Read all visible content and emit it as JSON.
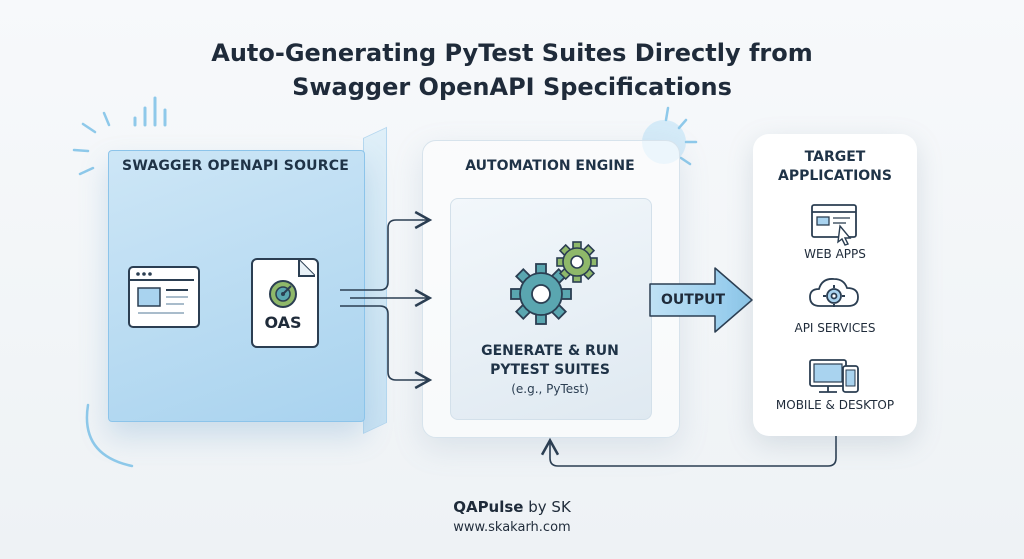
{
  "title": {
    "line1": "Auto-Generating PyTest Suites Directly from",
    "line2": "Swagger OpenAPI Specifications"
  },
  "source": {
    "title": "SWAGGER OPENAPI SOURCE",
    "oas_label": "OAS",
    "icons": [
      "browser-window-icon",
      "openapi-document-icon"
    ]
  },
  "engine": {
    "title": "AUTOMATION ENGINE",
    "line1": "GENERATE & RUN",
    "line2": "PYTEST SUITES",
    "example": "(e.g., PyTest)",
    "icons": [
      "gears-icon"
    ]
  },
  "output": {
    "label": "OUTPUT"
  },
  "targets": {
    "title_line1": "TARGET",
    "title_line2": "APPLICATIONS",
    "items": [
      {
        "label": "WEB APPS",
        "icon": "browser-cursor-icon"
      },
      {
        "label": "API SERVICES",
        "icon": "cloud-gear-icon"
      },
      {
        "label": "MOBILE & DESKTOP",
        "icon": "devices-icon"
      }
    ]
  },
  "footer": {
    "brand_bold": "QAPulse",
    "brand_rest": " by SK",
    "website": "www.skakarh.com"
  },
  "colors": {
    "accent_blue": "#a9d3ef",
    "gear_teal": "#5aa6b0",
    "gear_green": "#8fb86a",
    "dark": "#2b3e52"
  }
}
